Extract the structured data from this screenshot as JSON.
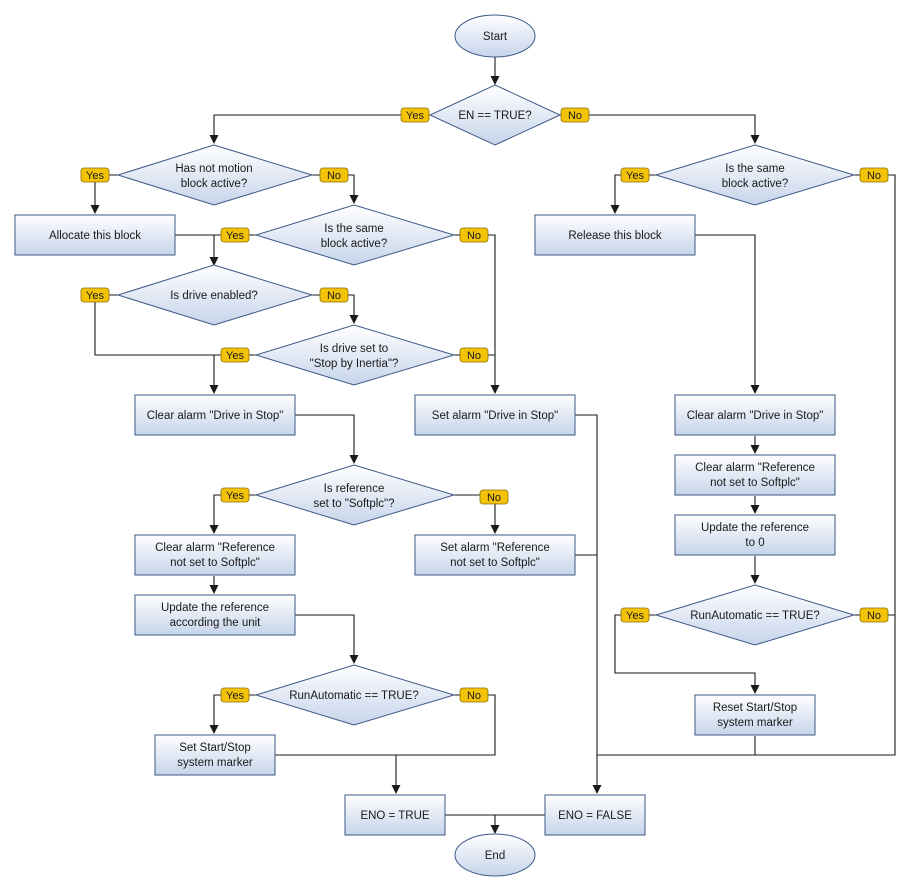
{
  "nodes": {
    "start": "Start",
    "end": "End",
    "en_true": "EN == TRUE?",
    "has_not_motion": [
      "Has not motion",
      "block active?"
    ],
    "same_block_l": [
      "Is the same",
      "block active?"
    ],
    "same_block_r": [
      "Is the same",
      "block active?"
    ],
    "allocate": "Allocate this block",
    "release": "Release this block",
    "drive_enabled": "Is drive enabled?",
    "stop_inertia": [
      "Is drive set to",
      "\"Stop by Inertia\"?"
    ],
    "clear_drive_stop_l": "Clear alarm \"Drive in Stop\"",
    "set_drive_stop": "Set alarm \"Drive in Stop\"",
    "clear_drive_stop_r": "Clear alarm \"Drive in Stop\"",
    "ref_softplc": [
      "Is reference",
      "set to \"Softplc\"?"
    ],
    "clear_ref_l": [
      "Clear alarm \"Reference",
      "not set to Softplc\""
    ],
    "set_ref": [
      "Set alarm \"Reference",
      "not set to Softplc\""
    ],
    "clear_ref_r": [
      "Clear alarm \"Reference",
      "not set to Softplc\""
    ],
    "update_ref_unit": [
      "Update the reference",
      "according the unit"
    ],
    "update_ref_zero": [
      "Update the reference",
      "to 0"
    ],
    "run_auto_l": "RunAutomatic == TRUE?",
    "run_auto_r": "RunAutomatic == TRUE?",
    "set_marker": [
      "Set Start/Stop",
      "system marker"
    ],
    "reset_marker": [
      "Reset Start/Stop",
      "system marker"
    ],
    "eno_true": "ENO = TRUE",
    "eno_false": "ENO = FALSE"
  },
  "labels": {
    "yes": "Yes",
    "no": "No"
  },
  "colors": {
    "box_top": "#ffffff",
    "box_bottom": "#c9d6ea",
    "box_border": "#3c5a86",
    "tag_fill": "#f3c30a",
    "line": "#1a1a1a"
  }
}
